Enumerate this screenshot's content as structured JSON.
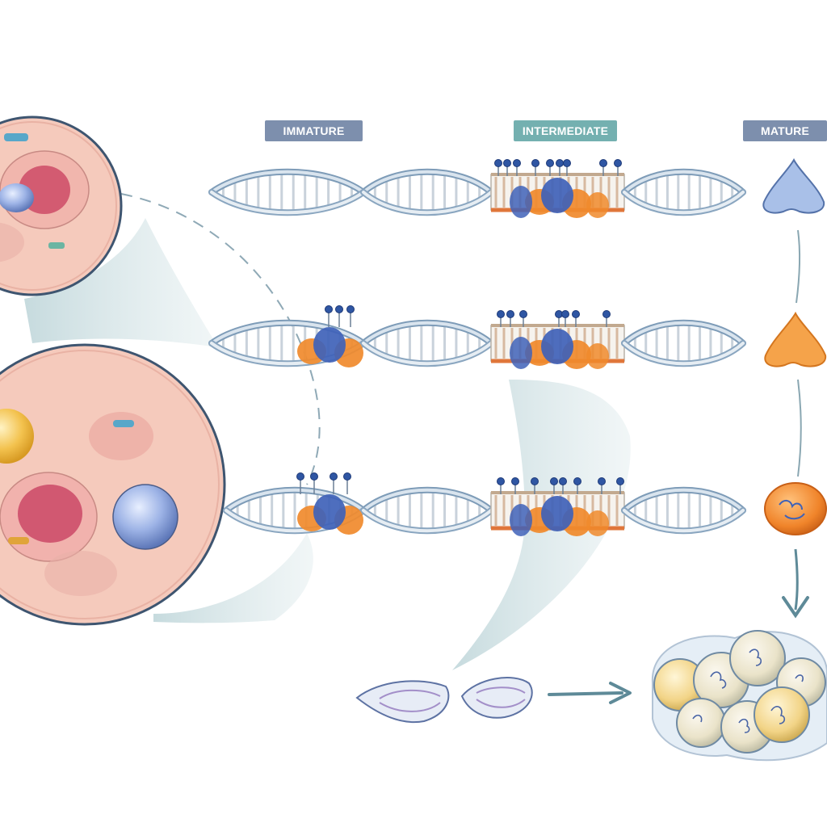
{
  "stages": {
    "immature": "IMMATURE",
    "intermediate": "INTERMEDIATE",
    "mature": "MATURE"
  },
  "colors": {
    "immature_label": "#7d8fad",
    "intermediate_label": "#74b0b0",
    "mature_label": "#7d8fad",
    "helix_outer": "#7e9cb8",
    "helix_inner": "#d9e4ee",
    "protein_blue": "#3f62b8",
    "protein_orange": "#f08a2c",
    "cell_pink": "#f4c6be",
    "cell_border": "#3e5570",
    "flow_teal": "#9fbfc6",
    "arrow_teal": "#5e8a98"
  },
  "icons": {
    "marker": "lollipop-marker-icon",
    "arrow": "arrow-right-icon"
  }
}
